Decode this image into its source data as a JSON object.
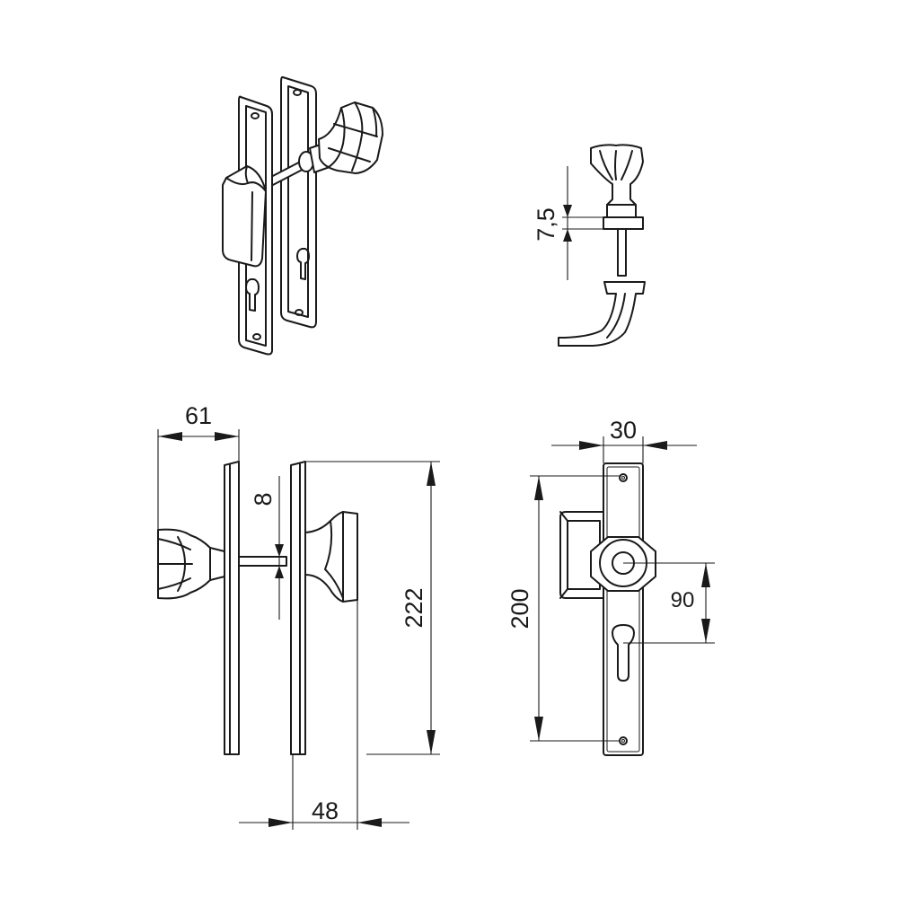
{
  "dimensions": {
    "projection_depth": "61",
    "plate_gap": "8",
    "plate_height": "222",
    "knob_depth": "48",
    "plate_width": "30",
    "hole_spacing": "200",
    "backset": "90",
    "rosette_height": "7,5"
  }
}
